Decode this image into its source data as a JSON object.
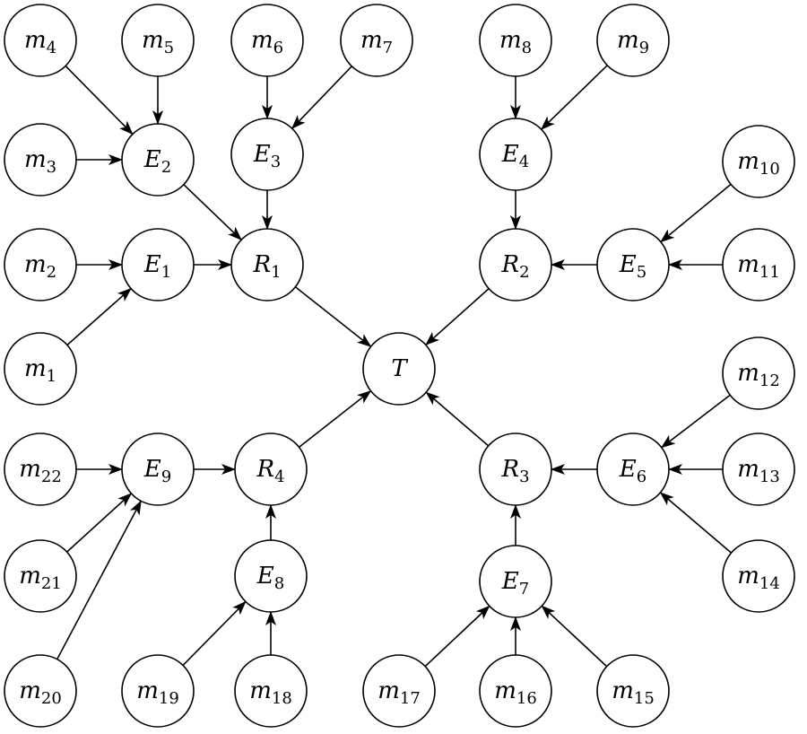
{
  "diagram": {
    "nodes": [
      {
        "id": "m4",
        "letter": "m",
        "sub": "4"
      },
      {
        "id": "m5",
        "letter": "m",
        "sub": "5"
      },
      {
        "id": "m6",
        "letter": "m",
        "sub": "6"
      },
      {
        "id": "m7",
        "letter": "m",
        "sub": "7"
      },
      {
        "id": "m8",
        "letter": "m",
        "sub": "8"
      },
      {
        "id": "m9",
        "letter": "m",
        "sub": "9"
      },
      {
        "id": "m3",
        "letter": "m",
        "sub": "3"
      },
      {
        "id": "E2",
        "letter": "E",
        "sub": "2"
      },
      {
        "id": "E3",
        "letter": "E",
        "sub": "3"
      },
      {
        "id": "E4",
        "letter": "E",
        "sub": "4"
      },
      {
        "id": "m10",
        "letter": "m",
        "sub": "10"
      },
      {
        "id": "m2",
        "letter": "m",
        "sub": "2"
      },
      {
        "id": "E1",
        "letter": "E",
        "sub": "1"
      },
      {
        "id": "R1",
        "letter": "R",
        "sub": "1"
      },
      {
        "id": "R2",
        "letter": "R",
        "sub": "2"
      },
      {
        "id": "E5",
        "letter": "E",
        "sub": "5"
      },
      {
        "id": "m11",
        "letter": "m",
        "sub": "11"
      },
      {
        "id": "m1",
        "letter": "m",
        "sub": "1"
      },
      {
        "id": "T",
        "letter": "T",
        "sub": ""
      },
      {
        "id": "m12",
        "letter": "m",
        "sub": "12"
      },
      {
        "id": "m22",
        "letter": "m",
        "sub": "22"
      },
      {
        "id": "E9",
        "letter": "E",
        "sub": "9"
      },
      {
        "id": "R4",
        "letter": "R",
        "sub": "4"
      },
      {
        "id": "R3",
        "letter": "R",
        "sub": "3"
      },
      {
        "id": "E6",
        "letter": "E",
        "sub": "6"
      },
      {
        "id": "m13",
        "letter": "m",
        "sub": "13"
      },
      {
        "id": "m21",
        "letter": "m",
        "sub": "21"
      },
      {
        "id": "E8",
        "letter": "E",
        "sub": "8"
      },
      {
        "id": "E7",
        "letter": "E",
        "sub": "7"
      },
      {
        "id": "m14",
        "letter": "m",
        "sub": "14"
      },
      {
        "id": "m20",
        "letter": "m",
        "sub": "20"
      },
      {
        "id": "m19",
        "letter": "m",
        "sub": "19"
      },
      {
        "id": "m18",
        "letter": "m",
        "sub": "18"
      },
      {
        "id": "m17",
        "letter": "m",
        "sub": "17"
      },
      {
        "id": "m16",
        "letter": "m",
        "sub": "16"
      },
      {
        "id": "m15",
        "letter": "m",
        "sub": "15"
      }
    ],
    "edges": [
      [
        "m4",
        "E2"
      ],
      [
        "m5",
        "E2"
      ],
      [
        "m3",
        "E2"
      ],
      [
        "m6",
        "E3"
      ],
      [
        "m7",
        "E3"
      ],
      [
        "m8",
        "E4"
      ],
      [
        "m9",
        "E4"
      ],
      [
        "m2",
        "E1"
      ],
      [
        "m1",
        "E1"
      ],
      [
        "E1",
        "R1"
      ],
      [
        "E2",
        "R1"
      ],
      [
        "E3",
        "R1"
      ],
      [
        "E4",
        "R2"
      ],
      [
        "E5",
        "R2"
      ],
      [
        "m10",
        "E5"
      ],
      [
        "m11",
        "E5"
      ],
      [
        "R1",
        "T"
      ],
      [
        "R2",
        "T"
      ],
      [
        "R3",
        "T"
      ],
      [
        "R4",
        "T"
      ],
      [
        "m12",
        "E6"
      ],
      [
        "m13",
        "E6"
      ],
      [
        "m14",
        "E6"
      ],
      [
        "E6",
        "R3"
      ],
      [
        "E7",
        "R3"
      ],
      [
        "m17",
        "E7"
      ],
      [
        "m16",
        "E7"
      ],
      [
        "m15",
        "E7"
      ],
      [
        "m22",
        "E9"
      ],
      [
        "m21",
        "E9"
      ],
      [
        "m20",
        "E9"
      ],
      [
        "E9",
        "R4"
      ],
      [
        "E8",
        "R4"
      ],
      [
        "m19",
        "E8"
      ],
      [
        "m18",
        "E8"
      ]
    ]
  }
}
